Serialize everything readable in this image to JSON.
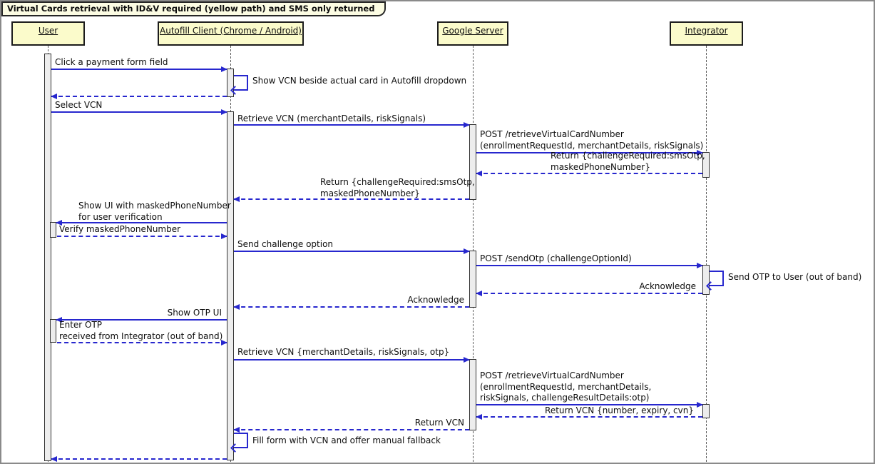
{
  "title": "Virtual Cards retrieval with ID&V required (yellow path) and SMS only returned",
  "participants": [
    {
      "name": "User"
    },
    {
      "name": "Autofill Client (Chrome / Android)"
    },
    {
      "name": "Google Server"
    },
    {
      "name": "Integrator"
    }
  ],
  "messages": [
    {
      "label": "Click a payment form field",
      "from": "User",
      "to": "Autofill Client",
      "type": "solid"
    },
    {
      "label": "Show VCN beside actual card in Autofill dropdown",
      "from": "Autofill Client",
      "to": "Autofill Client",
      "type": "self"
    },
    {
      "label": "",
      "from": "Autofill Client",
      "to": "User",
      "type": "return"
    },
    {
      "label": "Select VCN",
      "from": "User",
      "to": "Autofill Client",
      "type": "solid"
    },
    {
      "label": "Retrieve VCN (merchantDetails, riskSignals)",
      "from": "Autofill Client",
      "to": "Google Server",
      "type": "solid"
    },
    {
      "label": "POST /retrieveVirtualCardNumber\n(enrollmentRequestId, merchantDetails, riskSignals)",
      "from": "Google Server",
      "to": "Integrator",
      "type": "solid"
    },
    {
      "label": "Return {challengeRequired:smsOtp,\nmaskedPhoneNumber}",
      "from": "Integrator",
      "to": "Google Server",
      "type": "return"
    },
    {
      "label": "Return {challengeRequired:smsOtp,\nmaskedPhoneNumber}",
      "from": "Google Server",
      "to": "Autofill Client",
      "type": "return"
    },
    {
      "label": "Show UI with maskedPhoneNumber\nfor user verification",
      "from": "Autofill Client",
      "to": "User",
      "type": "solid"
    },
    {
      "label": "Verify maskedPhoneNumber",
      "from": "User",
      "to": "Autofill Client",
      "type": "return"
    },
    {
      "label": "Send challenge option",
      "from": "Autofill Client",
      "to": "Google Server",
      "type": "solid"
    },
    {
      "label": "POST /sendOtp (challengeOptionId)",
      "from": "Google Server",
      "to": "Integrator",
      "type": "solid"
    },
    {
      "label": "Send OTP to User (out of band)",
      "from": "Integrator",
      "to": "Integrator",
      "type": "self"
    },
    {
      "label": "Acknowledge",
      "from": "Integrator",
      "to": "Google Server",
      "type": "return"
    },
    {
      "label": "Acknowledge",
      "from": "Google Server",
      "to": "Autofill Client",
      "type": "return"
    },
    {
      "label": "Show OTP UI",
      "from": "Autofill Client",
      "to": "User",
      "type": "solid"
    },
    {
      "label": "Enter OTP\nreceived from Integrator (out of band)",
      "from": "User",
      "to": "Autofill Client",
      "type": "return"
    },
    {
      "label": "Retrieve VCN {merchantDetails, riskSignals, otp}",
      "from": "Autofill Client",
      "to": "Google Server",
      "type": "solid"
    },
    {
      "label": "POST /retrieveVirtualCardNumber\n(enrollmentRequestId, merchantDetails,\nriskSignals, challengeResultDetails:otp)",
      "from": "Google Server",
      "to": "Integrator",
      "type": "solid"
    },
    {
      "label": "Return VCN {number, expiry, cvn}",
      "from": "Integrator",
      "to": "Google Server",
      "type": "return"
    },
    {
      "label": "Return VCN",
      "from": "Google Server",
      "to": "Autofill Client",
      "type": "return"
    },
    {
      "label": "Fill form with VCN and offer manual fallback",
      "from": "Autofill Client",
      "to": "Autofill Client",
      "type": "self"
    },
    {
      "label": "",
      "from": "Autofill Client",
      "to": "User",
      "type": "return"
    }
  ],
  "colors": {
    "arrow": "#2727CE",
    "participant_fill": "#FBFBCB",
    "participant_border": "#1C1C1C",
    "activation_fill": "#EDEDED",
    "frame_title_fill": "#FCFCE3",
    "outer_border": "#8A8A8A",
    "lifeline": "#5A5A5A",
    "background": "#FFFFFF"
  }
}
